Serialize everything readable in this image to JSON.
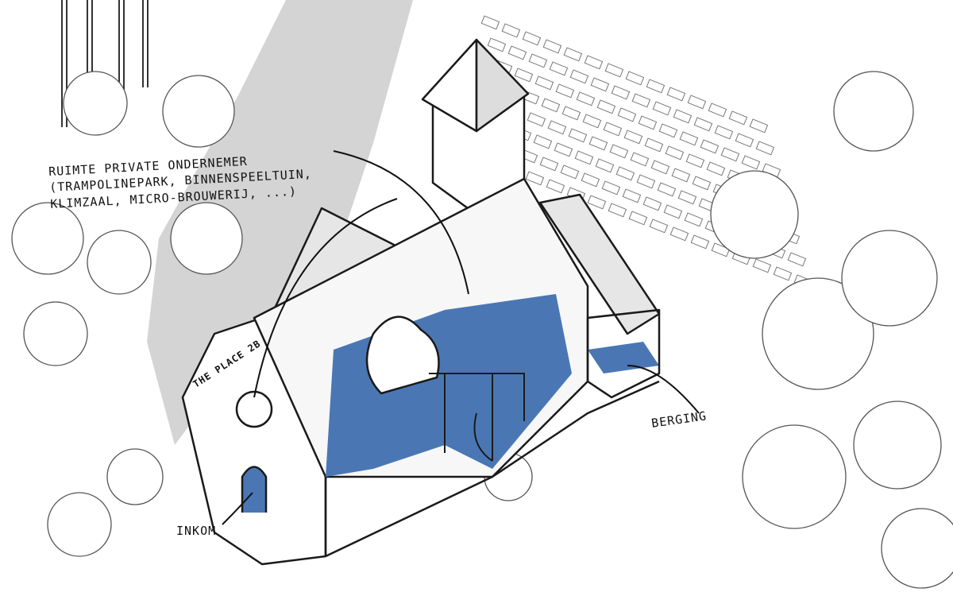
{
  "annotations": {
    "private_space": {
      "line1": "Ruimte private ondernemer",
      "line2": "(Trampolinepark, binnenspeeltuin,",
      "line3": "klimzaal, micro-brouwerij, ...)"
    },
    "building_name": "The Place 2B",
    "storage": "Berging",
    "entrance": "Inkom"
  },
  "colors": {
    "floor_blue": "#4a77b4",
    "shadow_gray": "#d4d4d4",
    "line": "#1a1a1a"
  }
}
